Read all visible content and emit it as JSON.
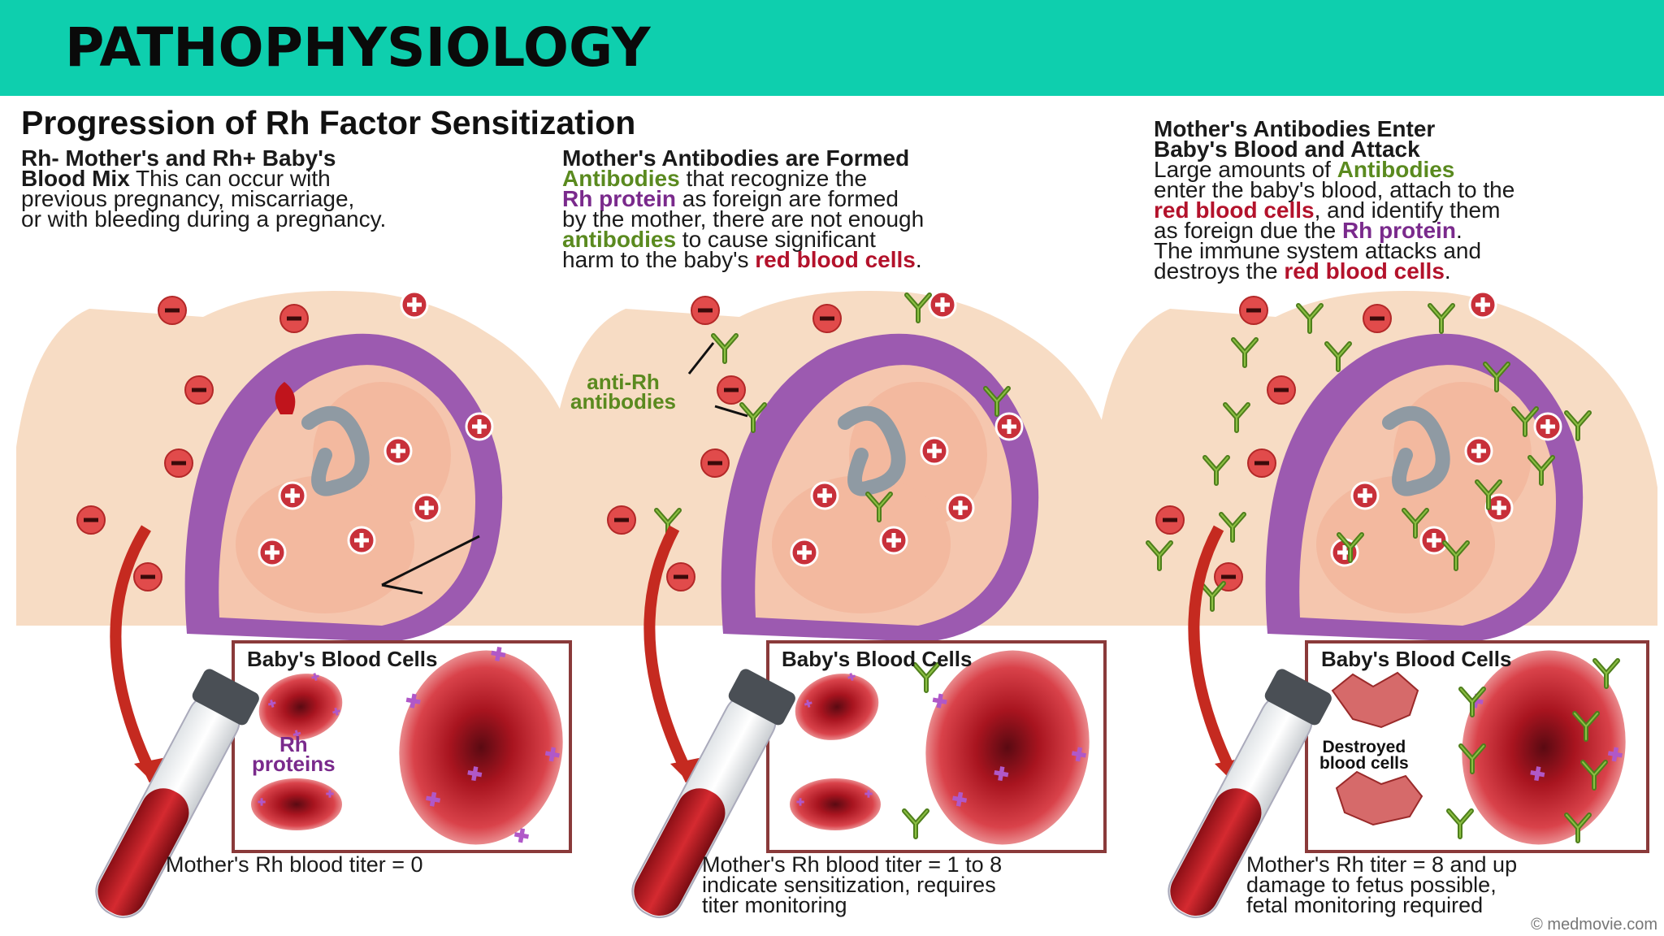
{
  "slide": {
    "banner_title": "PATHOPHYSIOLOGY",
    "main_title": "Progression of Rh Factor Sensitization",
    "credit": "© medmovie.com"
  },
  "colors": {
    "banner": "#0ecfae",
    "antibody_green": "#5a8a1f",
    "protein_purple": "#7a2a8c",
    "blood_red": "#b3122b"
  },
  "panels": [
    {
      "heading": "Rh- Mother's and Rh+ Baby's",
      "heading2": "Blood Mix",
      "text1": " This can occur with",
      "text2": "previous pregnancy, miscarriage,",
      "text3": "or with bleeding during a pregnancy.",
      "box_title": "Baby's Blood Cells",
      "label": "Rh",
      "label2": "proteins",
      "titer1": "Mother's Rh blood titer = 0"
    },
    {
      "heading": "Mother's Antibodies are Formed",
      "t_antibodies": "Antibodies",
      "t1": " that recognize the",
      "t_rh": "Rh protein",
      "t2": " as foreign are formed",
      "t3": "by the mother, there are not enough",
      "t_antibodies2": "antibodies",
      "t4": " to cause significant",
      "t5": "harm to the baby's ",
      "t_rbc": "red blood cells",
      "t6": ".",
      "callout1": "anti-Rh",
      "callout2": "antibodies",
      "box_title": "Baby's Blood Cells",
      "titer1": "Mother's Rh blood titer = 1 to 8",
      "titer2": "indicate sensitization, requires",
      "titer3": "titer monitoring"
    },
    {
      "heading": "Mother's Antibodies Enter",
      "heading2": "Baby's Blood and Attack",
      "t1": "Large amounts of ",
      "t_antibodies": "Antibodies",
      "t2": "enter the baby's blood, attach to the",
      "t_rbc": "red blood cells",
      "t3": ", and identify them",
      "t4": "as foreign due the ",
      "t_rh": "Rh protein",
      "t5": ".",
      "t6": "The immune system attacks and",
      "t7": "destroys the ",
      "t_rbc2": "red blood cells",
      "t8": ".",
      "box_title": "Baby's Blood Cells",
      "label": "Destroyed",
      "label2": "blood cells",
      "titer1": "Mother's Rh titer = 8 and up",
      "titer2": "damage to fetus possible,",
      "titer3": "fetal monitoring required"
    }
  ]
}
